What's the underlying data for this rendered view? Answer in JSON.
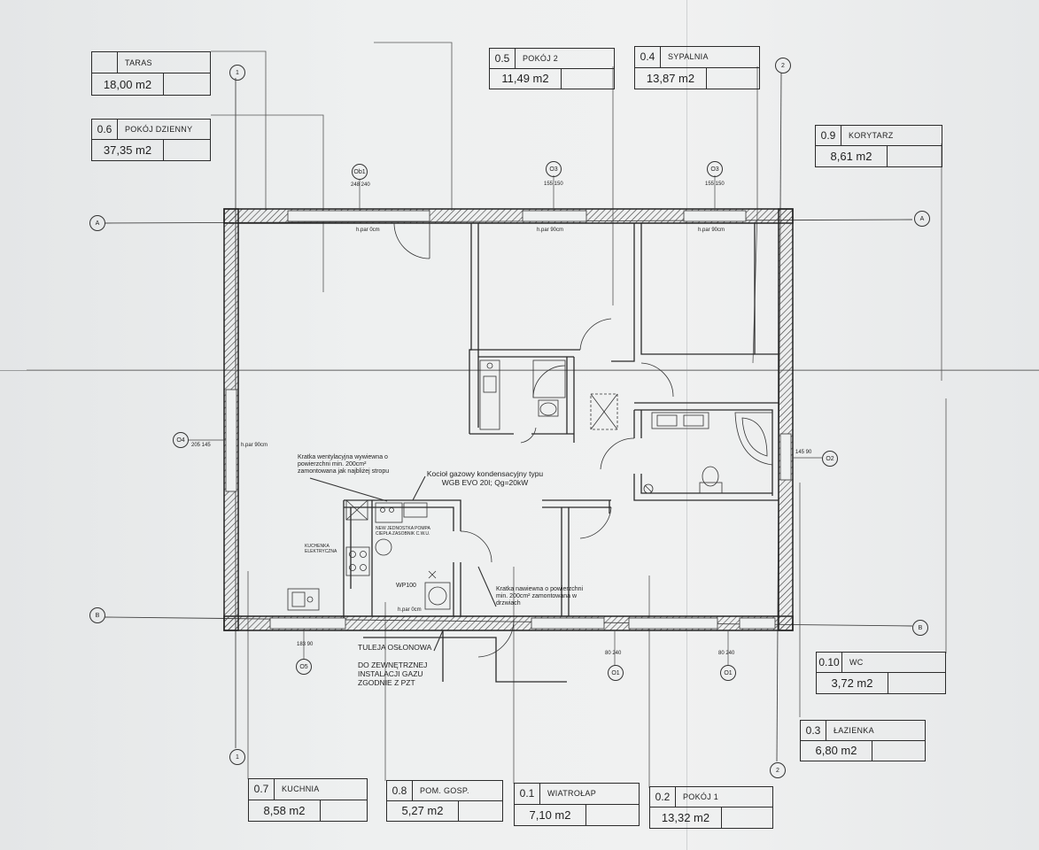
{
  "rooms": [
    {
      "number": "",
      "name": "TARAS",
      "area": "18,00 m2"
    },
    {
      "number": "0.5",
      "name": "POKÓJ 2",
      "area": "11,49 m2"
    },
    {
      "number": "0.4",
      "name": "SYPALNIA",
      "area": "13,87 m2"
    },
    {
      "number": "0.6",
      "name": "POKÓJ DZIENNY",
      "area": "37,35 m2"
    },
    {
      "number": "0.9",
      "name": "KORYTARZ",
      "area": "8,61 m2"
    },
    {
      "number": "0.10",
      "name": "WC",
      "area": "3,72 m2"
    },
    {
      "number": "0.3",
      "name": "ŁAZIENKA",
      "area": "6,80 m2"
    },
    {
      "number": "0.7",
      "name": "KUCHNIA",
      "area": "8,58 m2"
    },
    {
      "number": "0.8",
      "name": "POM. GOSP.",
      "area": "5,27 m2"
    },
    {
      "number": "0.1",
      "name": "WIATROŁAP",
      "area": "7,10 m2"
    },
    {
      "number": "0.2",
      "name": "POKÓJ 1",
      "area": "13,32 m2"
    }
  ],
  "axes": {
    "a_left": "A",
    "a_right": "A",
    "b_left": "B",
    "b_right": "B",
    "one_top": "1",
    "one_bottom": "1",
    "two_top": "2",
    "two_bottom": "2"
  },
  "windows": {
    "ob1": "Ob1",
    "o3a": "O3",
    "o3b": "O3",
    "o4": "O4",
    "o2": "O2",
    "o5": "O5",
    "o1a": "O1",
    "o1b": "O1"
  },
  "dims": {
    "ob1": "248 240",
    "o3a": "155 150",
    "o3b": "155 150",
    "o4": "205 145",
    "o2": "145 90",
    "o5": "183 90",
    "o1a": "80 240",
    "o1b": "80 240"
  },
  "sill": {
    "a1": "h.par 0cm",
    "a2": "h.par 90cm",
    "a3": "h.par 90cm",
    "side": "h.par 90cm",
    "b1": "h.par 0cm"
  },
  "notes": {
    "vent": "Kratka wentylacyjna wywiewna o powierzchni min. 200cm² zamontowana jak najbliżej stropu",
    "boiler": "Kocioł gazowy kondensacyjny typu WGB EVO 20I; Qg=20kW",
    "grille": "Kratka nawiewna o powierzchni min. 200cm² zamontowana w drzwiach",
    "sleeve": "TULEJA OSŁONOWA",
    "gas": "DO ZEWNĘTRZNEJ INSTALACJI GAZU ZGODNIE Z PZT",
    "cooker": "KUCHENKA ELEKTRYCZNA",
    "heatpump": "WP100",
    "unit": "NEW JEDNOSTKA POMPA CIEPŁA ZASOBNIK C.W.U."
  },
  "colors": {
    "wall": "#3a3a3a",
    "paper": "#eceeef",
    "ink": "#1f1f1f"
  }
}
